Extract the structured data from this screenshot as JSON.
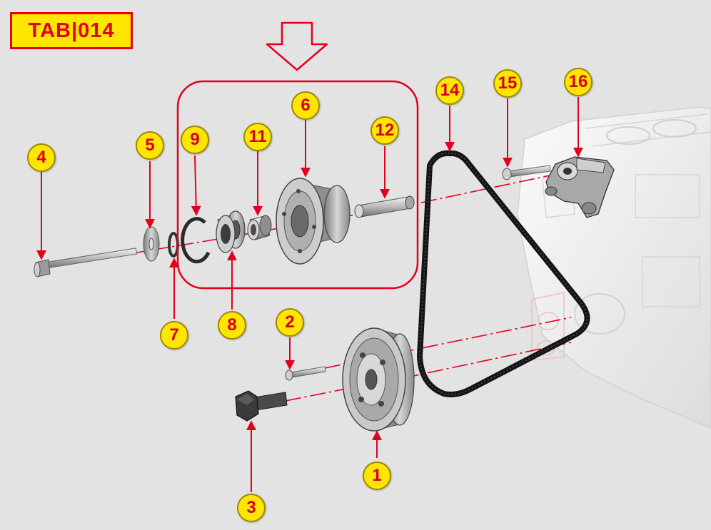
{
  "tab_code": "TAB|014",
  "callouts": [
    {
      "id": "c1",
      "label": "1"
    },
    {
      "id": "c2",
      "label": "2"
    },
    {
      "id": "c3",
      "label": "3"
    },
    {
      "id": "c4",
      "label": "4"
    },
    {
      "id": "c5",
      "label": "5"
    },
    {
      "id": "c6",
      "label": "6"
    },
    {
      "id": "c7",
      "label": "7"
    },
    {
      "id": "c8",
      "label": "8"
    },
    {
      "id": "c9",
      "label": "9"
    },
    {
      "id": "c11",
      "label": "11"
    },
    {
      "id": "c12",
      "label": "12"
    },
    {
      "id": "c14",
      "label": "14"
    },
    {
      "id": "c15",
      "label": "15"
    },
    {
      "id": "c16",
      "label": "16"
    }
  ],
  "colors": {
    "accent": "#e3001b",
    "badge_fill": "#ffe600",
    "background": "#e3e3e3",
    "belt": "#141414"
  }
}
